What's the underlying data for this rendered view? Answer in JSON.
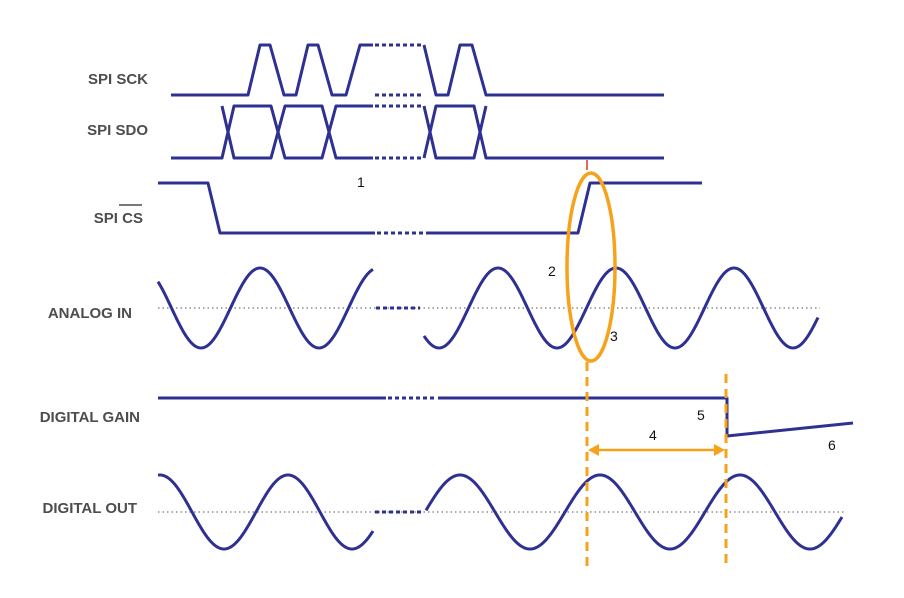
{
  "colors": {
    "trace": "#2e3192",
    "accent": "#f7a21b",
    "label": "#4d4d4f",
    "baseline": "#555555",
    "cs_edge_tick": "#e0301e"
  },
  "signals": {
    "sck": {
      "label": "SPI SCK"
    },
    "sdo": {
      "label": "SPI SDO"
    },
    "cs": {
      "label_prefix": "SPI ",
      "label_overbar": "CS"
    },
    "analog_in": {
      "label": "ANALOG IN"
    },
    "digital_gain": {
      "label": "DIGITAL GAIN"
    },
    "digital_out": {
      "label": "DIGITAL OUT"
    }
  },
  "callouts": {
    "c1": "1",
    "c2": "2",
    "c3": "3",
    "c4": "4",
    "c5": "5",
    "c6": "6"
  }
}
